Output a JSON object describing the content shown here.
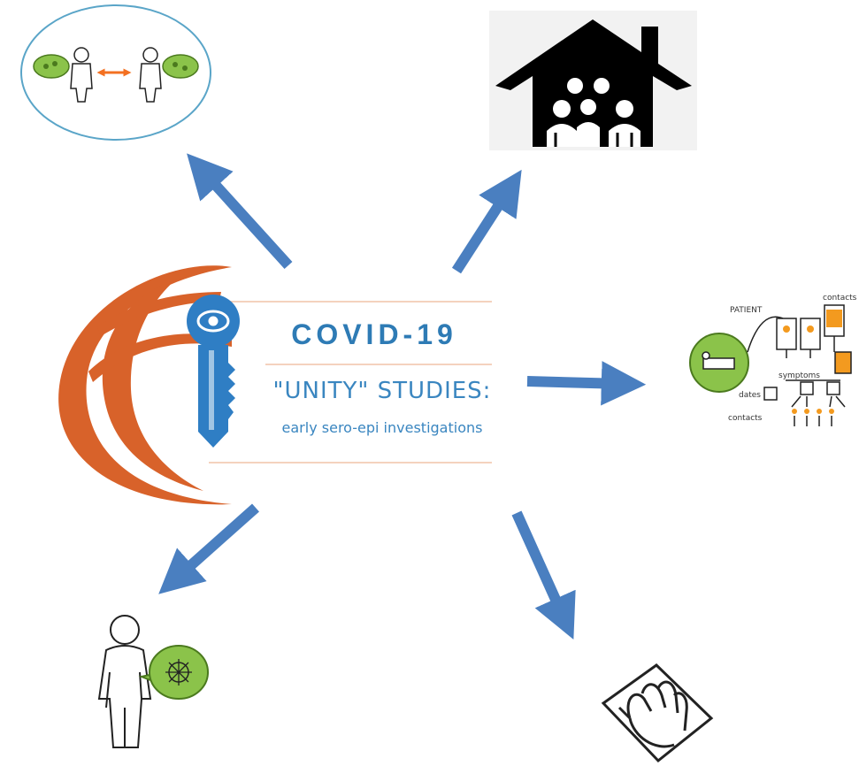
{
  "title": {
    "main": "COVID-19",
    "sub": "\"UNITY\" STUDIES:",
    "tagline": "early sero-epi investigations"
  },
  "contact_diagram": {
    "patient_label": "PATIENT",
    "contacts_label": "contacts",
    "symptoms_label": "symptoms",
    "dates_label": "dates",
    "contacts_bottom_label": "contacts"
  },
  "icons": [
    "logo-globe-icon",
    "key-eye-icon",
    "people-exchange-icon",
    "household-icon",
    "contact-tracing-icon",
    "person-virus-icon",
    "hand-surface-icon"
  ],
  "colors": {
    "arrow": "#4a7fc0",
    "globe": "#d8622a",
    "key": "#2f7ec4",
    "title": "#2e7bb5",
    "green": "#8bc34a",
    "orange": "#f39a1f"
  }
}
